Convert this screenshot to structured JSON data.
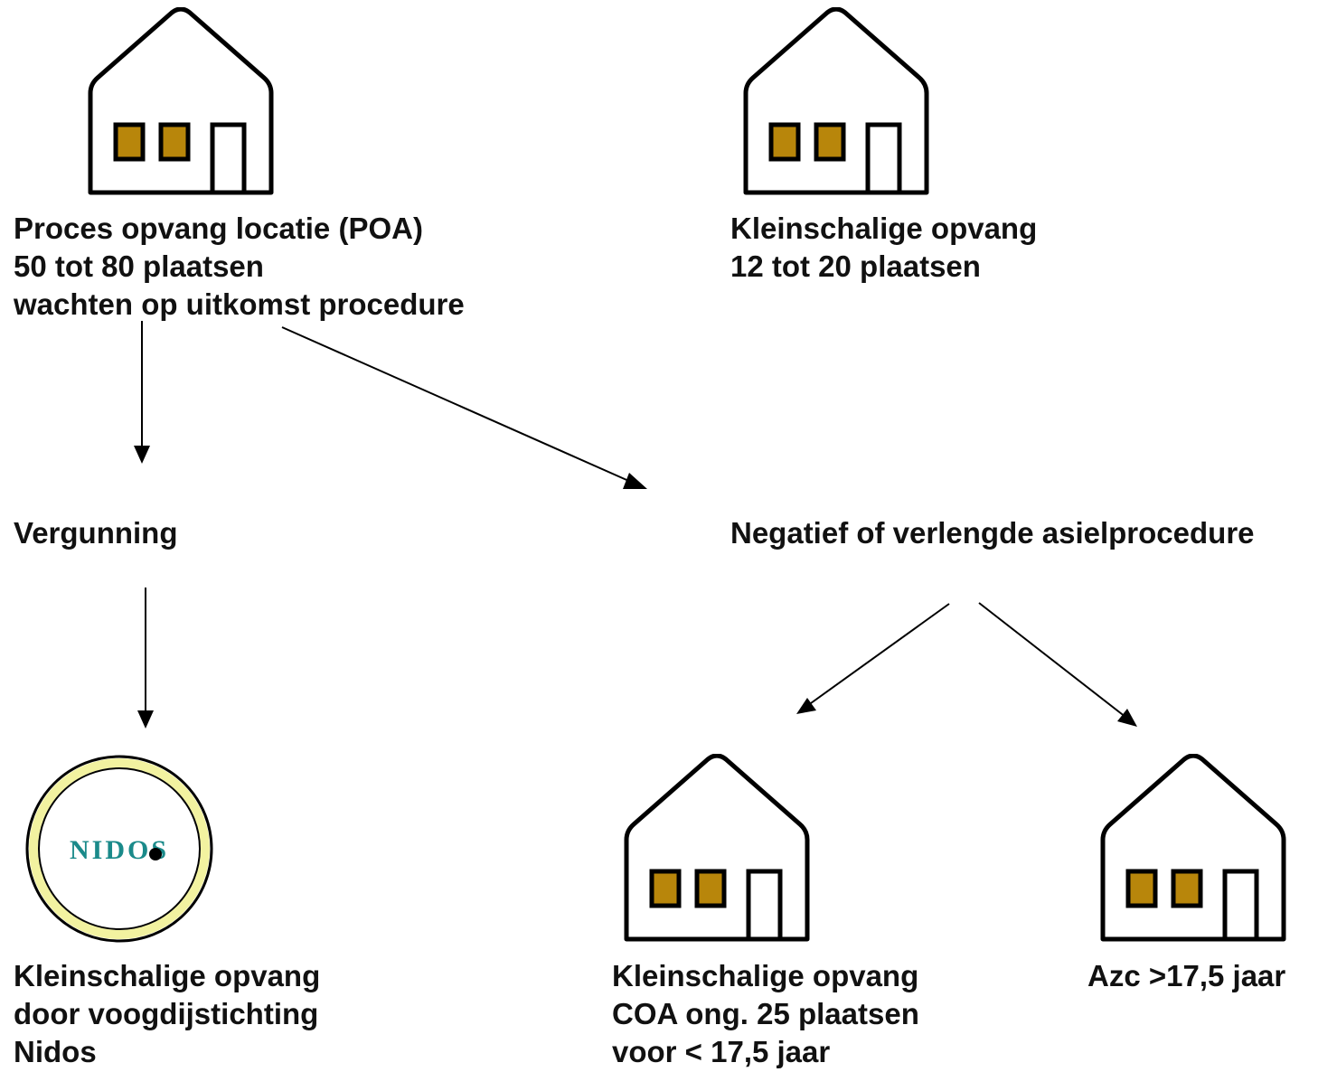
{
  "colors": {
    "window_fill": "#b8860b",
    "outline": "#000000",
    "logo_ring": "#f2f2a0",
    "logo_text": "#1a8a8a"
  },
  "nodes": {
    "poa": {
      "icon": "house-icon",
      "lines": [
        "Proces opvang locatie (POA)",
        "50 tot 80 plaatsen",
        "wachten op uitkomst procedure"
      ]
    },
    "kleinschalig_top": {
      "icon": "house-icon",
      "lines": [
        "Kleinschalige opvang",
        "12 tot 20 plaatsen"
      ]
    },
    "vergunning": {
      "text": "Vergunning"
    },
    "negatief": {
      "text": "Negatief of verlengde asielprocedure"
    },
    "nidos": {
      "icon": "nidos-logo",
      "logo_text": "NIDOS",
      "lines": [
        "Kleinschalige opvang",
        "door voogdijstichting",
        "Nidos"
      ]
    },
    "coa": {
      "icon": "house-icon",
      "lines": [
        "Kleinschalige opvang",
        "COA ong. 25 plaatsen",
        "voor < 17,5 jaar"
      ]
    },
    "azc": {
      "icon": "house-icon",
      "text": "Azc >17,5 jaar"
    }
  }
}
